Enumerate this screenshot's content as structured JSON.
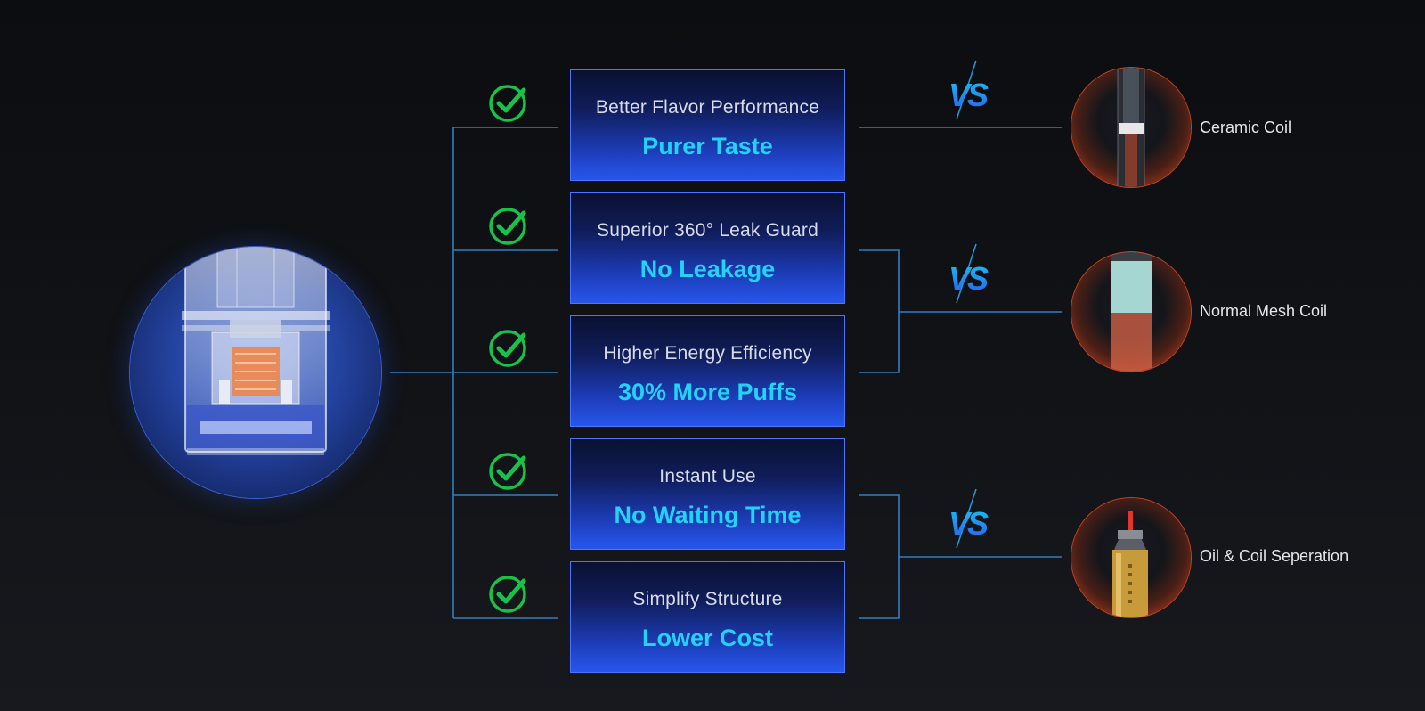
{
  "features": [
    {
      "subtitle": "Better Flavor Performance",
      "title": "Purer Taste"
    },
    {
      "subtitle": "Superior 360° Leak Guard",
      "title": "No Leakage"
    },
    {
      "subtitle": "Higher Energy Efficiency",
      "title": "30% More Puffs"
    },
    {
      "subtitle": "Instant Use",
      "title": "No Waiting Time"
    },
    {
      "subtitle": "Simplify Structure",
      "title": "Lower Cost"
    }
  ],
  "comparisons": [
    {
      "vs_label": "VS",
      "label": "Ceramic Coil"
    },
    {
      "vs_label": "VS",
      "label": "Normal Mesh Coil"
    },
    {
      "vs_label": "VS",
      "label": "Oil & Coil Seperation"
    }
  ],
  "colors": {
    "feature_title": "#22d3f5",
    "feature_subtitle": "#d7dbe8",
    "box_border": "#4b74ff",
    "connector_line": "#2f7fc0",
    "check": "#17c24a",
    "vs_top": "#17c6f2",
    "vs_bottom": "#2a5cf2",
    "coil_ring": "#c94322"
  },
  "icons": {
    "check": "check-circle-icon",
    "hero": "pod-cartridge-illustration",
    "coil_1": "ceramic-coil-illustration",
    "coil_2": "mesh-coil-illustration",
    "coil_3": "separated-coil-illustration"
  }
}
